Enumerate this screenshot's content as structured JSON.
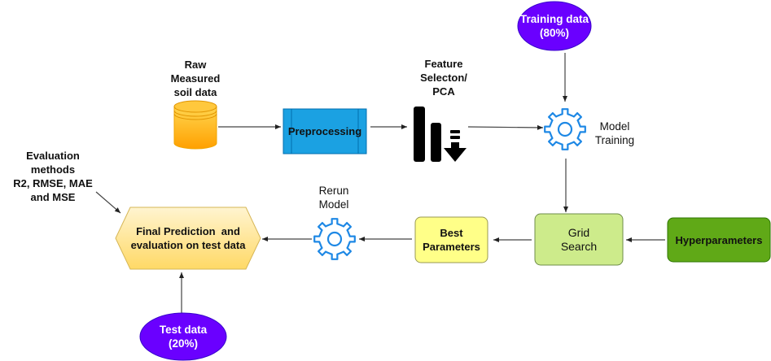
{
  "nodes": {
    "raw_data": {
      "label_line1": "Raw",
      "label_line2": "Measured",
      "label_line3": "soil data",
      "icon": "database-icon"
    },
    "preprocessing": {
      "label": "Preprocessing"
    },
    "feature_selection": {
      "label_line1": "Feature",
      "label_line2": "Selecton/",
      "label_line3": "PCA",
      "icon": "sort-descending-bars-icon"
    },
    "training_data": {
      "label_line1": "Training data",
      "label_line2": "(80%)"
    },
    "model_training": {
      "label_line1": "Model",
      "label_line2": "Training",
      "icon": "gear-icon"
    },
    "grid_search": {
      "label_line1": "Grid",
      "label_line2": "Search"
    },
    "hyperparameters": {
      "label": "Hyperparameters"
    },
    "best_parameters": {
      "label_line1": "Best",
      "label_line2": "Parameters"
    },
    "rerun_model": {
      "label_line1": "Rerun",
      "label_line2": "Model",
      "icon": "gear-icon"
    },
    "final_prediction": {
      "label_line1": "Final Prediction  and",
      "label_line2": "evaluation on test data"
    },
    "evaluation_methods": {
      "label_line1": "Evaluation",
      "label_line2": "methods",
      "label_line3": "R2, RMSE, MAE",
      "label_line4": "and MSE"
    },
    "test_data": {
      "label_line1": "Test data",
      "label_line2": "(20%)"
    }
  },
  "colors": {
    "preprocessing_fill": "#1ba1e2",
    "preprocessing_stroke": "#006eaf",
    "database_fill": "#ffb81c",
    "ellipse_fill": "#6a00ff",
    "ellipse_stroke": "#3700cc",
    "gear_stroke": "#1e88e5",
    "grid_search_fill": "#cdeb8b",
    "hyperparameters_fill": "#60a917",
    "best_parameters_fill": "#ffff88",
    "hexagon_fill": "#fff2cc",
    "hexagon_stroke": "#d6b656",
    "arrow": "#333333"
  }
}
